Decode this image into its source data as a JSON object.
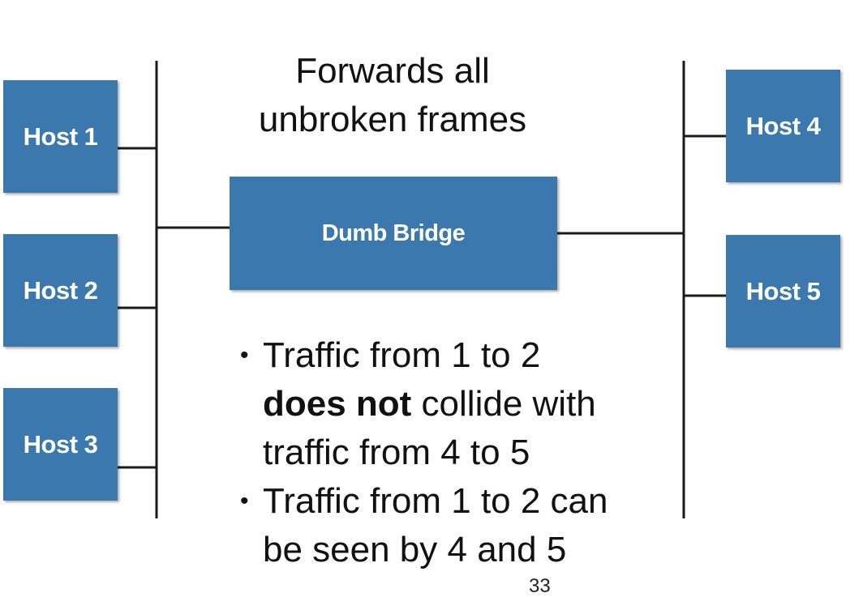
{
  "title": {
    "line1": "Forwards all",
    "line2": "unbroken frames"
  },
  "bridge": {
    "label": "Dumb Bridge",
    "color": "#3b78ad"
  },
  "hosts_left": [
    {
      "label": "Host 1"
    },
    {
      "label": "Host 2"
    },
    {
      "label": "Host 3"
    }
  ],
  "hosts_right": [
    {
      "label": "Host 4"
    },
    {
      "label": "Host 5"
    }
  ],
  "bullets": [
    {
      "line1": "Traffic from 1 to 2",
      "line2_bold": "does not",
      "line2_rest": " collide with",
      "line3": "traffic from 4 to 5"
    },
    {
      "line1": "Traffic from 1 to 2 can",
      "line2": "be seen by 4 and 5"
    }
  ],
  "bullet_glyph": "•",
  "page_number": "33"
}
